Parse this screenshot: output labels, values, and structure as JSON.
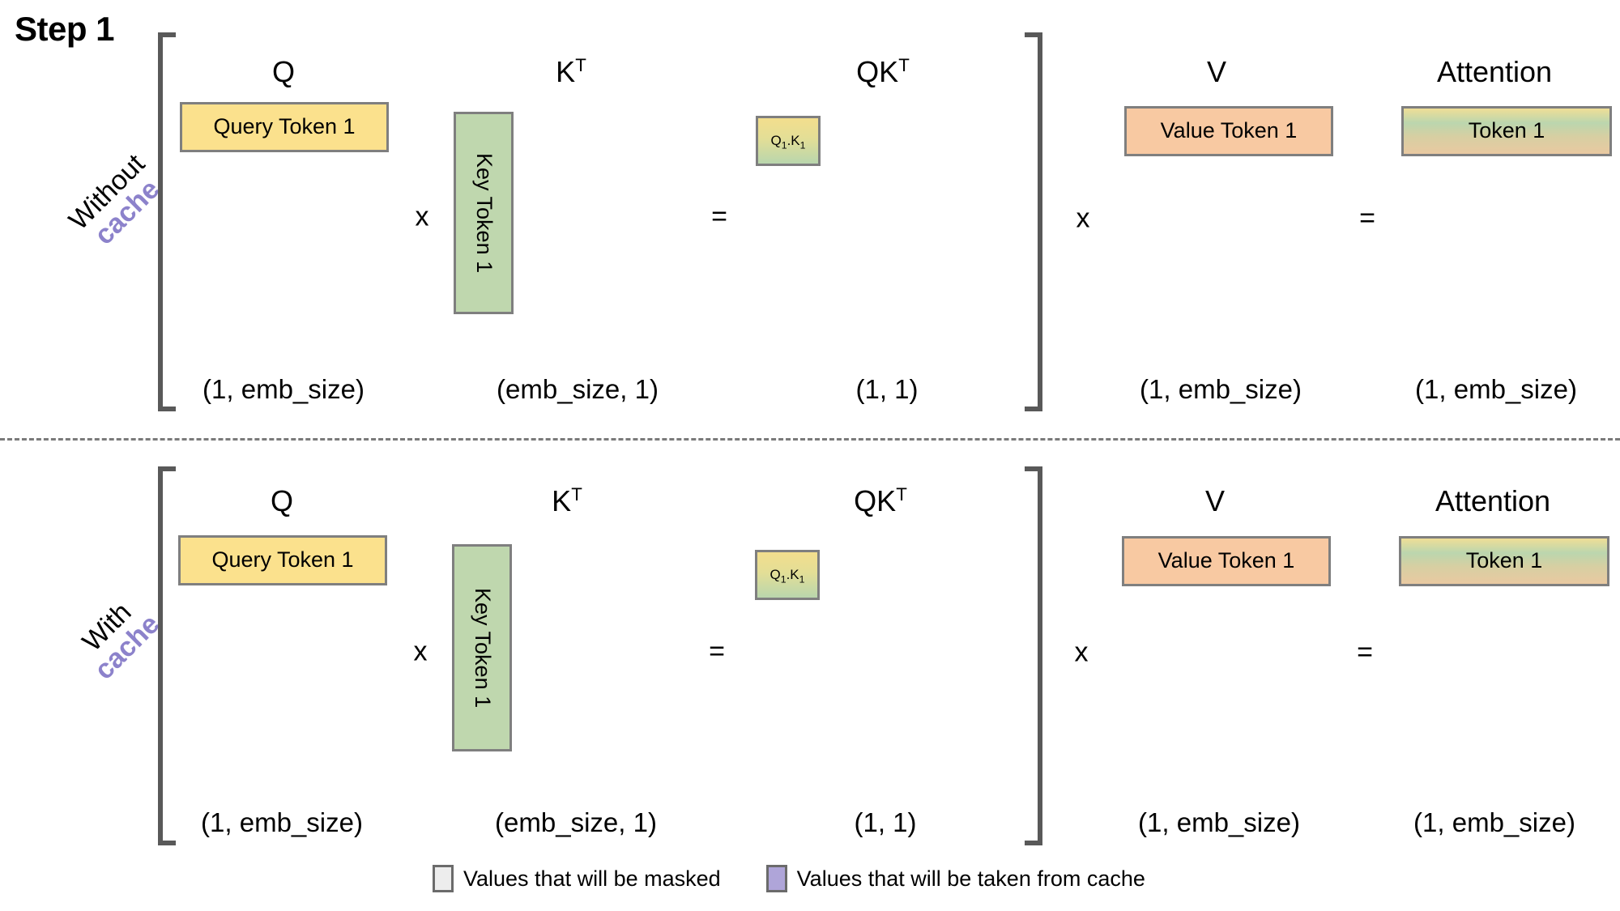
{
  "title": "Step 1",
  "rows": [
    {
      "id": "without-cache",
      "label_line1": "Without",
      "label_line2": "cache",
      "headers": {
        "q": "Q",
        "kt": "K",
        "kt_sup": "T",
        "qkt": "QK",
        "qkt_sup": "T",
        "v": "V",
        "attention": "Attention"
      },
      "boxes": {
        "query": "Query Token 1",
        "key": "Key Token 1",
        "qk_main": "Q",
        "qk_sub1": "1",
        "qk_mid": ".K",
        "qk_sub2": "1",
        "value": "Value Token 1",
        "attention": "Token 1"
      },
      "operators": {
        "times1": "x",
        "equals1": "=",
        "times2": "x",
        "equals2": "="
      },
      "dims": {
        "q": "(1, emb_size)",
        "kt": "(emb_size, 1)",
        "qkt": "(1, 1)",
        "v": "(1, emb_size)",
        "attention": "(1, emb_size)"
      }
    },
    {
      "id": "with-cache",
      "label_line1": "With",
      "label_line2": "cache",
      "headers": {
        "q": "Q",
        "kt": "K",
        "kt_sup": "T",
        "qkt": "QK",
        "qkt_sup": "T",
        "v": "V",
        "attention": "Attention"
      },
      "boxes": {
        "query": "Query Token 1",
        "key": "Key Token 1",
        "qk_main": "Q",
        "qk_sub1": "1",
        "qk_mid": ".K",
        "qk_sub2": "1",
        "value": "Value Token 1",
        "attention": "Token 1"
      },
      "operators": {
        "times1": "x",
        "equals1": "=",
        "times2": "x",
        "equals2": "="
      },
      "dims": {
        "q": "(1, emb_size)",
        "kt": "(emb_size, 1)",
        "qkt": "(1, 1)",
        "v": "(1, emb_size)",
        "attention": "(1, emb_size)"
      }
    }
  ],
  "legend": [
    {
      "id": "masked",
      "color": "#EDEDED",
      "text": "Values that will be masked"
    },
    {
      "id": "cache",
      "color": "#AFA5D9",
      "text": "Values that will be taken from cache"
    }
  ],
  "colors": {
    "query": "#FBE18D",
    "key": "#BFD7AE",
    "value": "#F8C9A2",
    "cache_accent": "#8C82CB",
    "box_border": "#7F7F7F",
    "bracket": "#595959"
  }
}
